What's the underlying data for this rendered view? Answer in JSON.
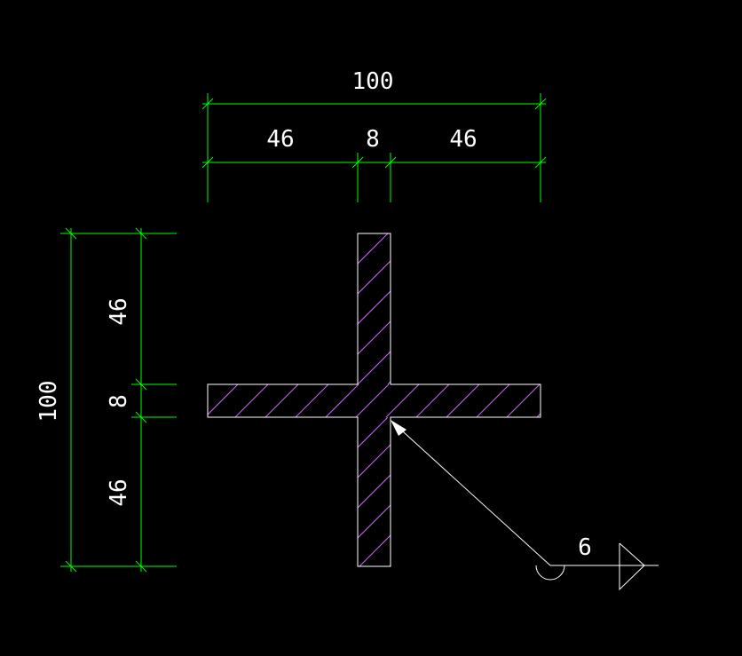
{
  "drawing": {
    "top_dims": {
      "total": "100",
      "left": "46",
      "web": "8",
      "right": "46"
    },
    "left_dims": {
      "total": "100",
      "top": "46",
      "flange": "8",
      "bottom": "46"
    },
    "weld": {
      "size": "6"
    }
  },
  "colors": {
    "background": "#000000",
    "dimension": "#00ff00",
    "geometry": "#ffffff",
    "hatch": "#cc66ff",
    "text": "#ffffff"
  }
}
